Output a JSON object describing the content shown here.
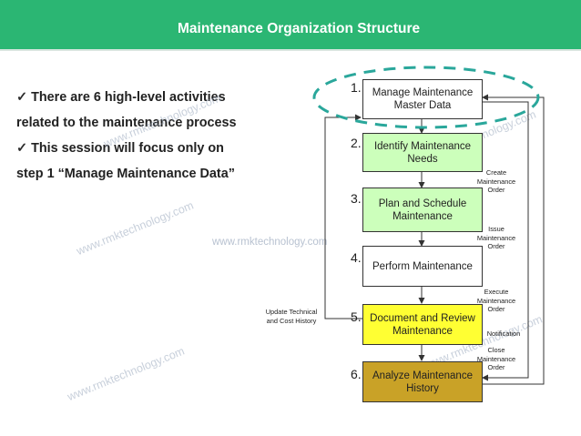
{
  "title": "Maintenance Organization Structure",
  "bullets": [
    {
      "line1": "There are 6 high-level activities",
      "line2": "related to the maintenance process"
    },
    {
      "line1": "This session will focus only on",
      "line2": "step 1 “Manage Maintenance Data”"
    }
  ],
  "watermark": "www.rmktechnology.com",
  "steps": [
    {
      "num": "1.",
      "label": "Manage Maintenance Master Data"
    },
    {
      "num": "2.",
      "label": "Identify Maintenance Needs"
    },
    {
      "num": "3.",
      "label": "Plan and Schedule Maintenance"
    },
    {
      "num": "4.",
      "label": "Perform Maintenance"
    },
    {
      "num": "5.",
      "label": "Document and Review Maintenance"
    },
    {
      "num": "6.",
      "label": "Analyze Maintenance History"
    }
  ],
  "side_labels": {
    "create": "Create Maintenance Order",
    "issue": "Issue Maintenance Order",
    "execute": "Execute Maintenance Order",
    "notification": "Notification",
    "close": "Close Maintenance Order",
    "update": "Update Technical and Cost History"
  },
  "colors": {
    "header": "#2bb673",
    "step1": "#ffffff",
    "step2": "#ccffbb",
    "step3": "#ccffbb",
    "step4": "#ffffff",
    "step5": "#ffff33",
    "step6": "#c9a227",
    "highlight": "#2aa79b"
  }
}
